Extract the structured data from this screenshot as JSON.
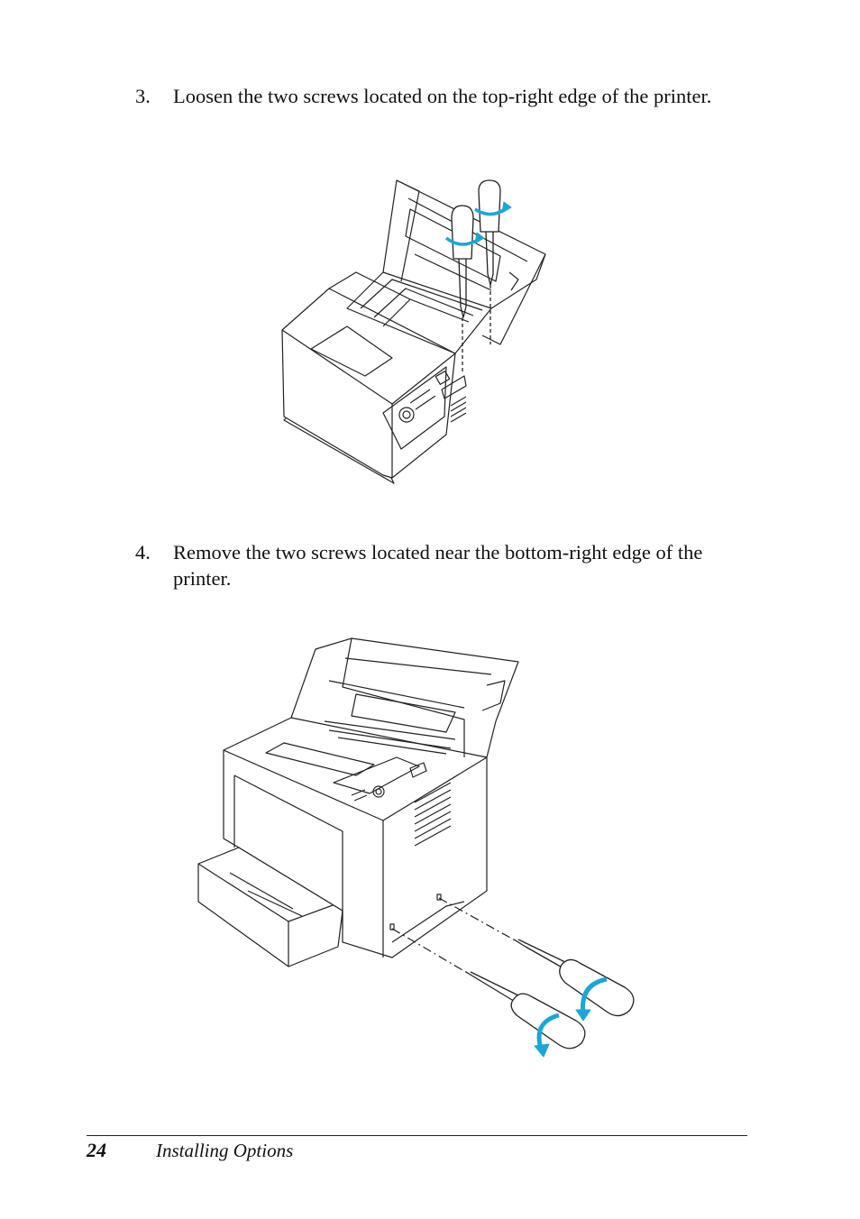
{
  "steps": [
    {
      "number": "3.",
      "text": "Loosen the two screws located on the top-right edge of the printer."
    },
    {
      "number": "4.",
      "text": "Remove the two screws located near the bottom-right edge of the printer."
    }
  ],
  "footer": {
    "page_number": "24",
    "section_title": "Installing Options"
  },
  "colors": {
    "arrow": "#1ba6d6",
    "line": "#222222"
  }
}
